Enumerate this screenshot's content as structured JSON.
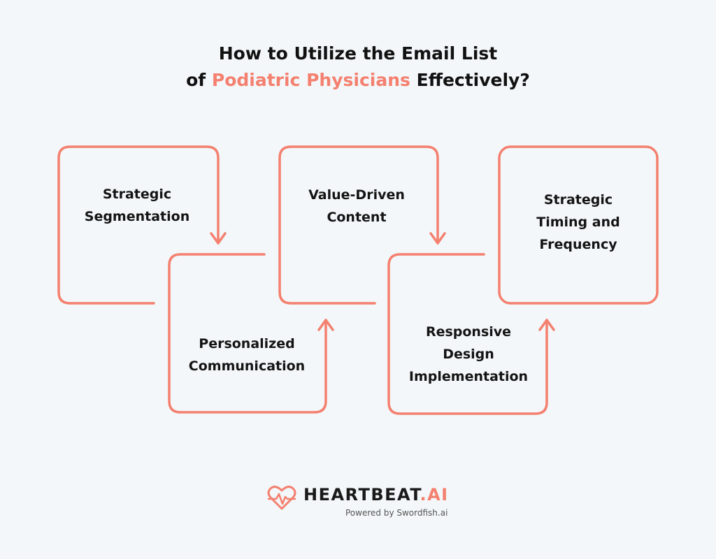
{
  "title": {
    "line1": "How to Utilize the Email List",
    "line2_prefix": "of ",
    "line2_accent": "Podiatric Physicians",
    "line2_suffix": " Effectively?"
  },
  "steps": [
    {
      "line1": "Strategic",
      "line2": "Segmentation",
      "line3": ""
    },
    {
      "line1": "Personalized",
      "line2": "Communication",
      "line3": ""
    },
    {
      "line1": "Value-Driven",
      "line2": "Content",
      "line3": ""
    },
    {
      "line1": "Responsive",
      "line2": "Design",
      "line3": "Implementation"
    },
    {
      "line1": "Strategic",
      "line2": "Timing and",
      "line3": "Frequency"
    }
  ],
  "brand": {
    "name": "HEARTBEAT",
    "suffix": ".AI",
    "tagline": "Powered by Swordfish.ai"
  },
  "colors": {
    "accent": "#f4806f",
    "text": "#141414",
    "background": "#f3f7f9"
  },
  "icons": [
    "arrow-down-icon",
    "arrow-up-icon",
    "heartbeat-logo-icon"
  ]
}
